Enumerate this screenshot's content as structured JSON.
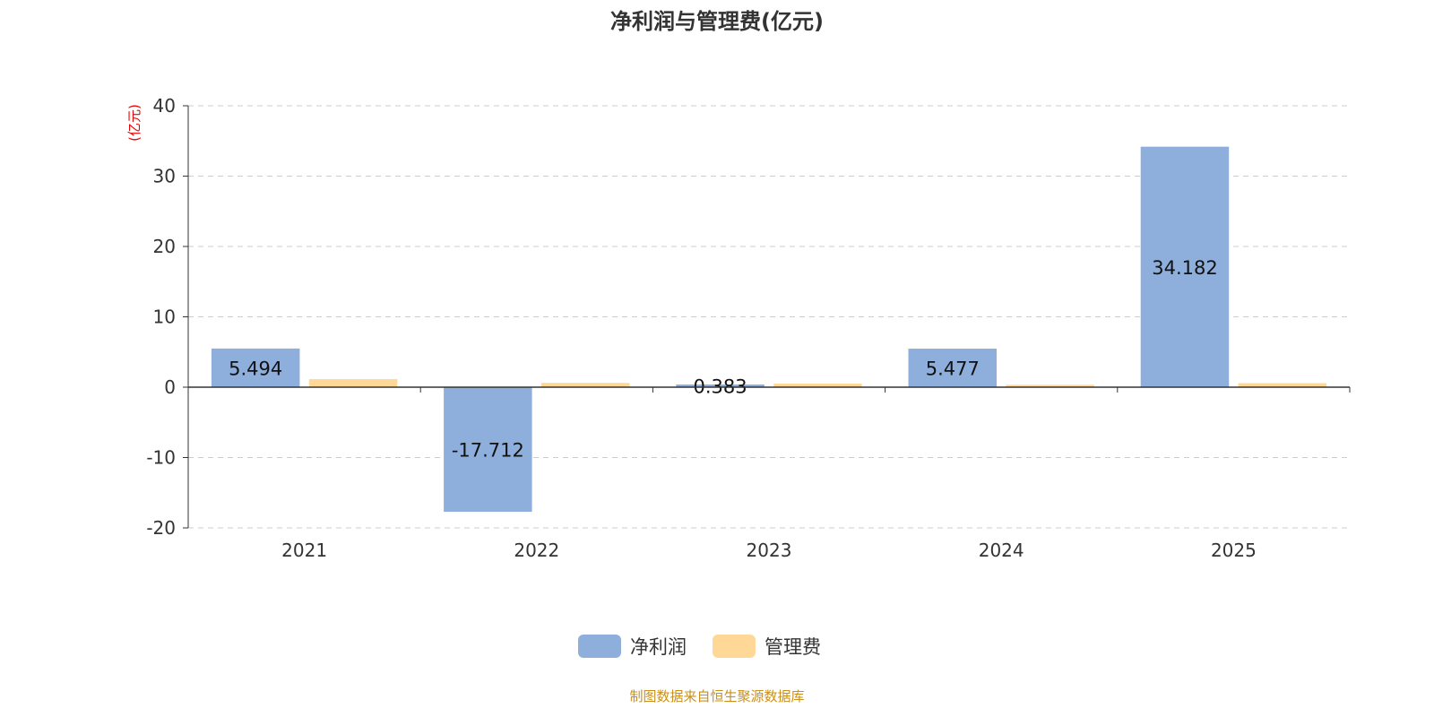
{
  "chart_data": {
    "type": "bar",
    "title": "净利润与管理费(亿元)",
    "ylabel": "(亿元)",
    "xlabel": "",
    "categories": [
      "2021",
      "2022",
      "2023",
      "2024",
      "2025"
    ],
    "series": [
      {
        "name": "净利润",
        "color": "#8eaedb",
        "values": [
          5.494,
          -17.712,
          0.383,
          5.477,
          34.182
        ],
        "labels": [
          "5.494",
          "-17.712",
          "0.383",
          "5.477",
          "34.182"
        ]
      },
      {
        "name": "管理费",
        "color": "#ffd897",
        "values": [
          1.15,
          0.61,
          0.5,
          0.34,
          0.57
        ]
      }
    ],
    "ylim": [
      -20,
      40
    ],
    "yticks": [
      "-20",
      "-10",
      "0",
      "10",
      "20",
      "30",
      "40"
    ],
    "grid": true,
    "legend": "bottom-center"
  },
  "footer": "制图数据来自恒生聚源数据库"
}
